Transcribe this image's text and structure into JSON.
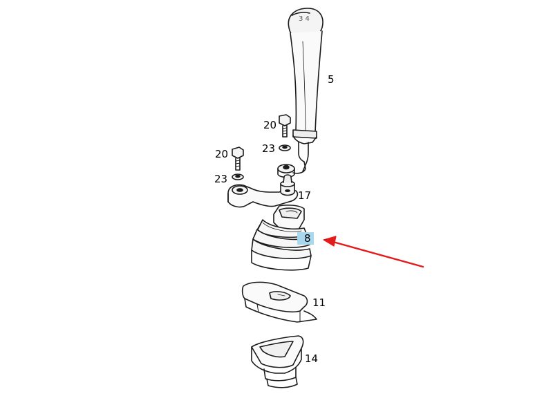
{
  "callouts": [
    {
      "id": "shift-lever",
      "label": "5"
    },
    {
      "id": "bolt-upper",
      "label": "20"
    },
    {
      "id": "washer-upper",
      "label": "23"
    },
    {
      "id": "bolt-lower",
      "label": "20"
    },
    {
      "id": "washer-lower",
      "label": "23"
    },
    {
      "id": "linkage-arm",
      "label": "17"
    },
    {
      "id": "boot",
      "label": "8",
      "highlighted": true
    },
    {
      "id": "frame",
      "label": "11"
    },
    {
      "id": "lower-boot",
      "label": "14"
    }
  ],
  "colors": {
    "line": "#1a1a1a",
    "highlight": "#a9d7ee",
    "arrow": "#e31b1b"
  }
}
